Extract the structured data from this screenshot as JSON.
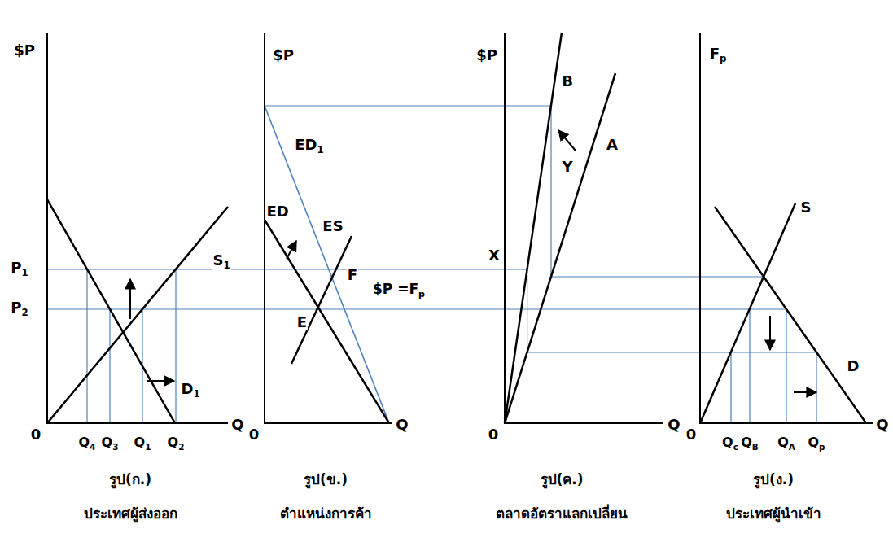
{
  "diagram": {
    "labels": [
      "$P",
      "P1",
      "P2",
      "S1",
      "D1",
      "0",
      "Q4",
      "Q3",
      "Q1",
      "Q2",
      "Q",
      "รูป(ก.)",
      "ประเทศผู้ส่งออก",
      "$P",
      "ED1",
      "ED",
      "ES",
      "F",
      "E",
      "$P =Fp",
      "0",
      "Q",
      "รูป(ข.)",
      "ตำแหน่งการค้า",
      "$P",
      "B",
      "A",
      "X",
      "Y",
      "0",
      "Q",
      "รูป(ค.)",
      "ตลาดอัตราแลกเปลี่ยน",
      "Fp",
      "S",
      "D",
      "0",
      "Qc",
      "QB",
      "QA",
      "Qp",
      "Q",
      "รูป(ง.)",
      "ประเทศผู้นำเข้า"
    ]
  }
}
